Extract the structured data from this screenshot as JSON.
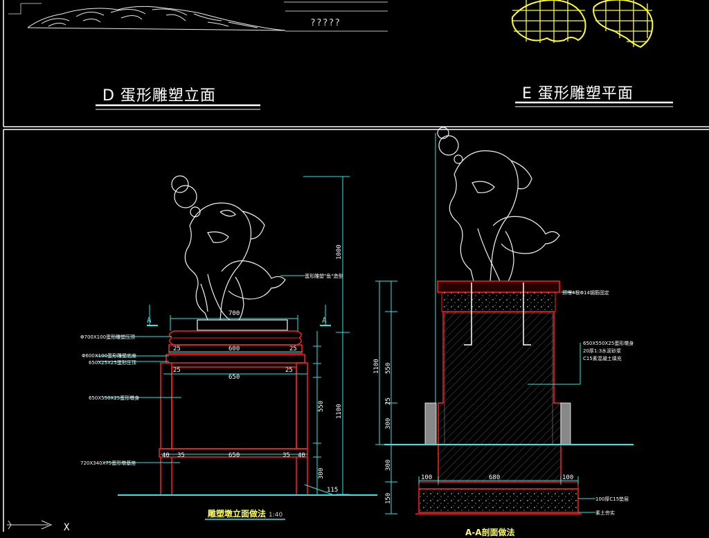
{
  "panels": {
    "d_title": "D  蛋形雕塑立面",
    "e_title": "E  蛋形雕塑平面",
    "d_note": "?????"
  },
  "elevation": {
    "caption": "雕塑墩立面做法",
    "caption_scale": "1:40",
    "section_mark": "A",
    "dims_top": [
      "25",
      "600",
      "25"
    ],
    "dims_mid": [
      "25",
      "650",
      "25"
    ],
    "dims_bottom": [
      "40",
      "35",
      "650",
      "35",
      "40"
    ],
    "dim_base_width": "700",
    "vertical_dims": [
      "1000",
      "1100",
      "550",
      "300",
      "115"
    ],
    "labels": [
      "Φ700X100蛋形雕塑压顶",
      "Φ600X100蛋形雕塑底座",
      "650X25X25蛋形压顶",
      "650X550X25蛋形墩身",
      "720X340X75蛋形墩基座"
    ],
    "right_label": "蛋形雕塑\"鱼\"造型"
  },
  "section": {
    "caption": "A-A剖面做法",
    "dims_bottom": [
      "100",
      "680",
      "100"
    ],
    "vertical_dims": [
      "1100",
      "550",
      "25",
      "300",
      "300",
      "150"
    ],
    "labels": [
      "预埋4根Φ14钢筋固定",
      "650X550X25蛋形墩身",
      "20厚1:3水泥砂浆",
      "C15素混凝土填充",
      "100厚C15垫层",
      "素土夯实"
    ]
  },
  "ucs": {
    "x_label": "X"
  },
  "colors": {
    "cyan": "#33e6e6",
    "red": "#ff2020",
    "yellow": "#ffff33",
    "white": "#ffffff",
    "gray": "#888888"
  }
}
